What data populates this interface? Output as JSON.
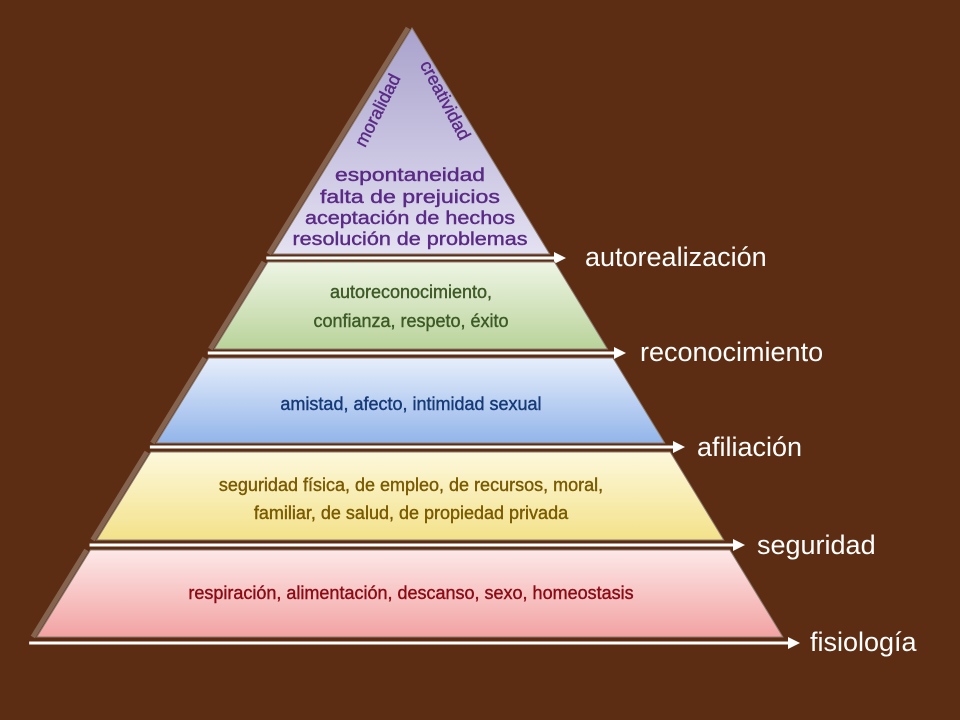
{
  "levels": [
    {
      "name": "autorealización",
      "lines": [
        "espontaneidad",
        "falta de prejuicios",
        "aceptación de hechos",
        "resolución de problemas"
      ],
      "diagonal_left": "moralidad",
      "diagonal_right": "creatividad",
      "text_color": "#5b2a86",
      "fill_top": "#a9a2cc",
      "fill_bottom": "#e4e1f2"
    },
    {
      "name": "reconocimiento",
      "lines": [
        "autoreconocimiento,",
        "confianza, respeto, éxito"
      ],
      "text_color": "#3d5a26",
      "fill_top": "#eef5e4",
      "fill_bottom": "#b9d39a"
    },
    {
      "name": "afiliación",
      "lines": [
        "amistad, afecto, intimidad sexual"
      ],
      "text_color": "#163a78",
      "fill_top": "#e6eefb",
      "fill_bottom": "#93b5ea"
    },
    {
      "name": "seguridad",
      "lines": [
        "seguridad física, de empleo, de recursos, moral,",
        "familiar, de salud, de propiedad privada"
      ],
      "text_color": "#7a5a00",
      "fill_top": "#fdf8dc",
      "fill_bottom": "#f3e28a"
    },
    {
      "name": "fisiología",
      "lines": [
        "respiración, alimentación, descanso, sexo, homeostasis"
      ],
      "text_color": "#8c0a14",
      "fill_top": "#fde8e8",
      "fill_bottom": "#f2a2a2"
    }
  ],
  "background": "#5c2d13"
}
